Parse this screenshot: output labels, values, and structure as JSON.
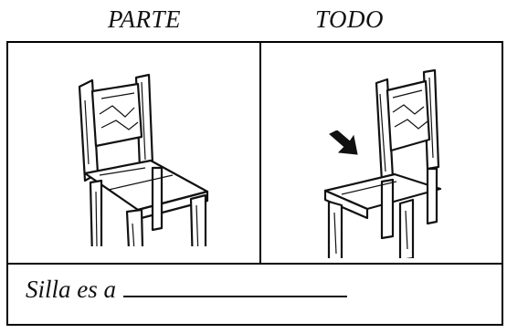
{
  "headers": {
    "left": "PARTE",
    "right": "TODO"
  },
  "panels": {
    "left_icon": "chair-icon",
    "right_icon": "chair-icon",
    "right_pointer_icon": "arrow-pointer-icon"
  },
  "sentence": {
    "text": "Silla es a"
  }
}
